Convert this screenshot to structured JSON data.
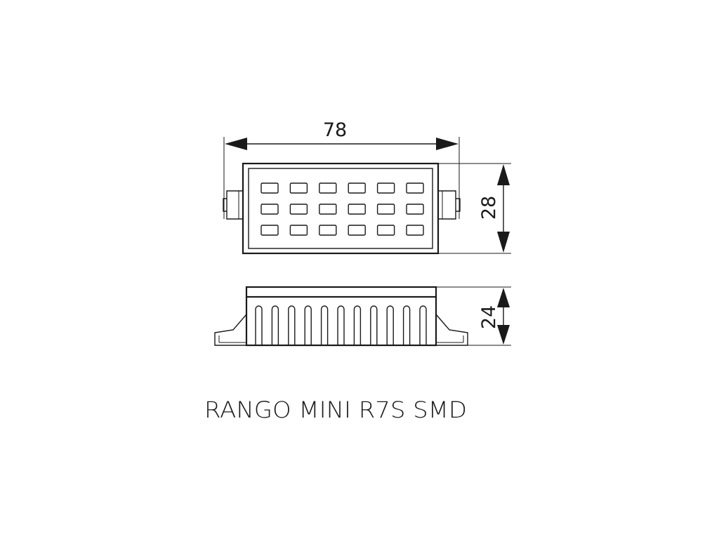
{
  "dimensions": {
    "width": "78",
    "height_top": "28",
    "height_side": "24"
  },
  "caption": "RANGO MINI R7S SMD",
  "top_view": {
    "led_rows": 3,
    "led_cols": 6
  },
  "side_view": {
    "fin_count": 11
  },
  "colors": {
    "line": "#1a1a1a",
    "background": "#ffffff"
  }
}
